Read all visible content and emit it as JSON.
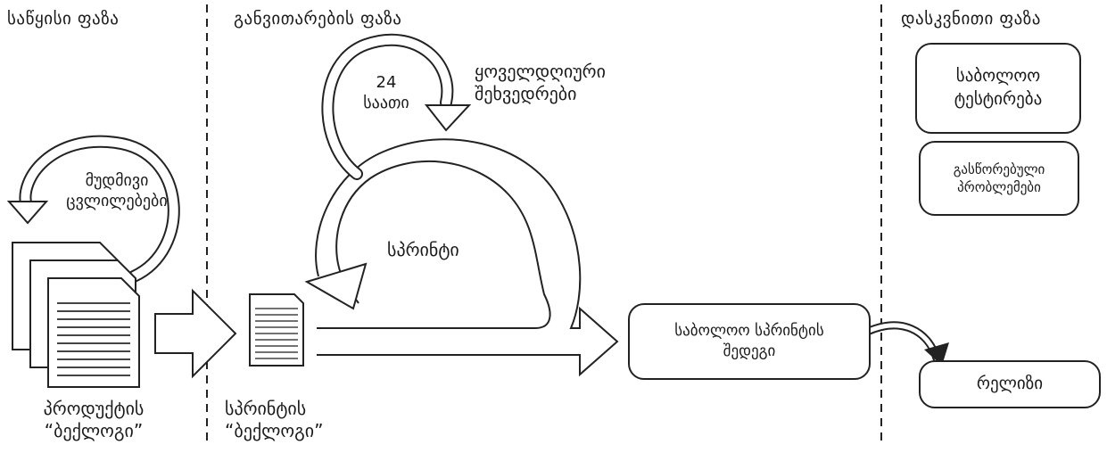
{
  "phases": {
    "initial": "საწყისი ფაზა",
    "development": "განვითარების ფაზა",
    "final": "დასკვნითი ფაზა"
  },
  "continuous_changes": {
    "line1": "მუდმივი",
    "line2": "ცვლილებები"
  },
  "product_backlog": {
    "line1": "პროდუქტის",
    "line2": "“ბექლოგი”"
  },
  "sprint_backlog": {
    "line1": "სპრინტის",
    "line2": "“ბექლოგი”"
  },
  "daily_cycle": {
    "number": "24",
    "unit": "საათი"
  },
  "daily_meetings": {
    "line1": "ყოველდღიური",
    "line2": "შეხვედრები"
  },
  "sprint": "სპრინტი",
  "final_sprint_result": {
    "line1": "საბოლოო სპრინტის",
    "line2": "შედეგი"
  },
  "final_testing": {
    "line1": "საბოლოო",
    "line2": "ტესტირება"
  },
  "fixed_problems": {
    "line1": "გასწორებული",
    "line2": "პრობლემები"
  },
  "release": "რელიზი"
}
